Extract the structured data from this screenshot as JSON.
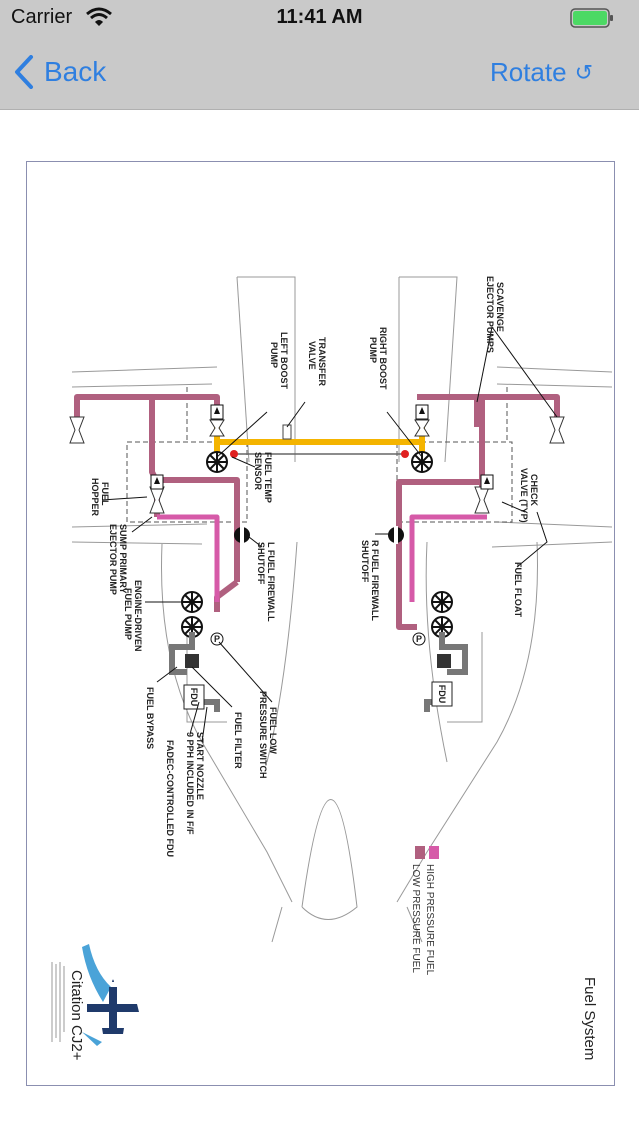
{
  "status_bar": {
    "carrier": "Carrier",
    "time": "11:41 AM"
  },
  "nav": {
    "back_label": "Back",
    "rotate_label": "Rotate",
    "rotate_icon": "↺"
  },
  "diagram": {
    "title": "Fuel System",
    "logo_text": "Citation CJ2+",
    "legend": {
      "high": "HIGH PRESSURE FUEL",
      "low": "LOW PRESSURE FUEL"
    },
    "colors": {
      "high": "#d65aa8",
      "low": "#b0607f",
      "transfer": "#f4b400",
      "valve": "#e02020"
    },
    "labels": {
      "scavenge": [
        "SCAVENGE",
        "EJECTOR PUMPS"
      ],
      "right_boost": [
        "RIGHT BOOST",
        "PUMP"
      ],
      "transfer_valve": [
        "TRANSFER",
        "VALVE"
      ],
      "left_boost": [
        "LEFT BOOST",
        "PUMP"
      ],
      "check_valve": [
        "CHECK",
        "VALVE (TYP)"
      ],
      "fuel_float": [
        "FUEL FLOAT"
      ],
      "fuel_temp": [
        "FUEL TEMP",
        "SENSOR"
      ],
      "fuel_hopper": [
        "FUEL",
        "HOPPER"
      ],
      "r_firewall": [
        "R FUEL FIREWALL",
        "SHUTOFF"
      ],
      "l_firewall": [
        "L FUEL FIREWALL",
        "SHUTOFF"
      ],
      "sump_primary": [
        "SUMP PRIMARY",
        "EJECTOR PUMP"
      ],
      "engine_driven": [
        "ENGINE-DRIVEN",
        "FUEL PUMP"
      ],
      "fuel_low_pressure": [
        "FUEL LOW",
        "PRESSURE SWITCH"
      ],
      "fuel_filter": [
        "FUEL FILTER"
      ],
      "fuel_bypass": [
        "FUEL BYPASS"
      ],
      "start_nozzle": [
        "START NOZZLE",
        "9 PPH INCLUDED IN F/F"
      ],
      "fadec_fdu": [
        "FADEC-CONTROLLED FDU"
      ],
      "fdu": "FDU",
      "p": "P"
    }
  }
}
